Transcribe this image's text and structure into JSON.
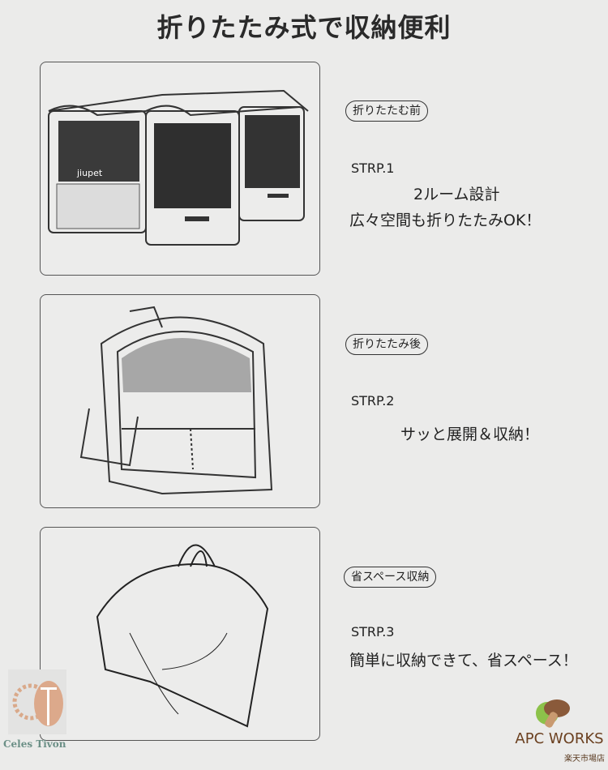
{
  "title": "折りたたみ式で収納便利",
  "sections": [
    {
      "badge": "折りたたむ前",
      "step": "STRP.1",
      "lines": [
        "2ルーム設計",
        "広々空間も折りたたみOK！"
      ],
      "product_label": "jiupet"
    },
    {
      "badge": "折りたたみ後",
      "step": "STRP.2",
      "lines": [
        "サッと展開＆収納！"
      ]
    },
    {
      "badge": "省スペース収納",
      "step": "STRP.3",
      "lines": [
        "簡単に収納できて、省スペース！"
      ]
    }
  ],
  "logos": {
    "left": "Celes Tivon",
    "right": "APC WORKS",
    "right_sub": "楽天市場店"
  }
}
